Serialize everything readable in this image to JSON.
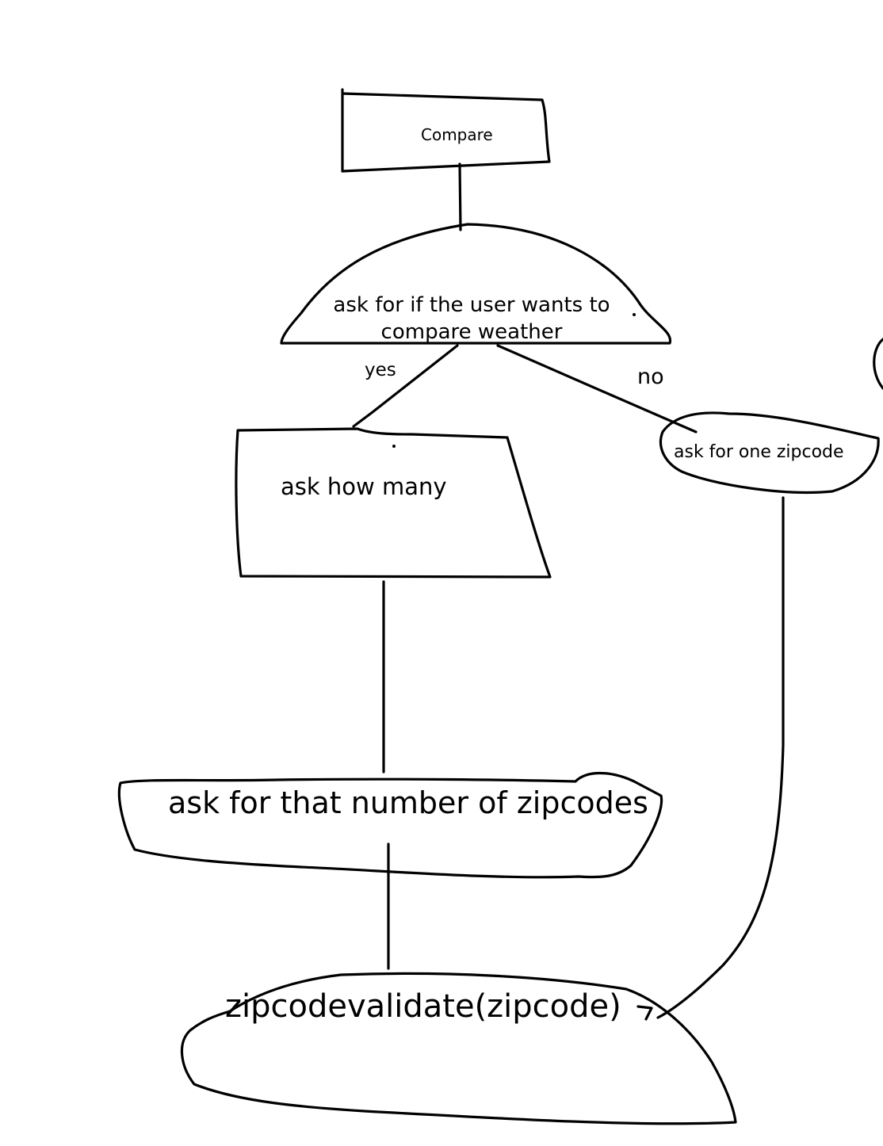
{
  "diagram": {
    "nodes": {
      "compare": "Compare",
      "ask_compare": "ask for if the user wants to compare weather",
      "ask_one_zipcode": "ask for one zipcode",
      "ask_how_many": "ask how many",
      "ask_that_number": "ask for that number of zipcodes",
      "validate": "zipcodevalidate(zipcode)"
    },
    "edges": {
      "yes_label": "yes",
      "no_label": "no"
    },
    "stroke_color": "#000000",
    "background_color": "#ffffff"
  }
}
